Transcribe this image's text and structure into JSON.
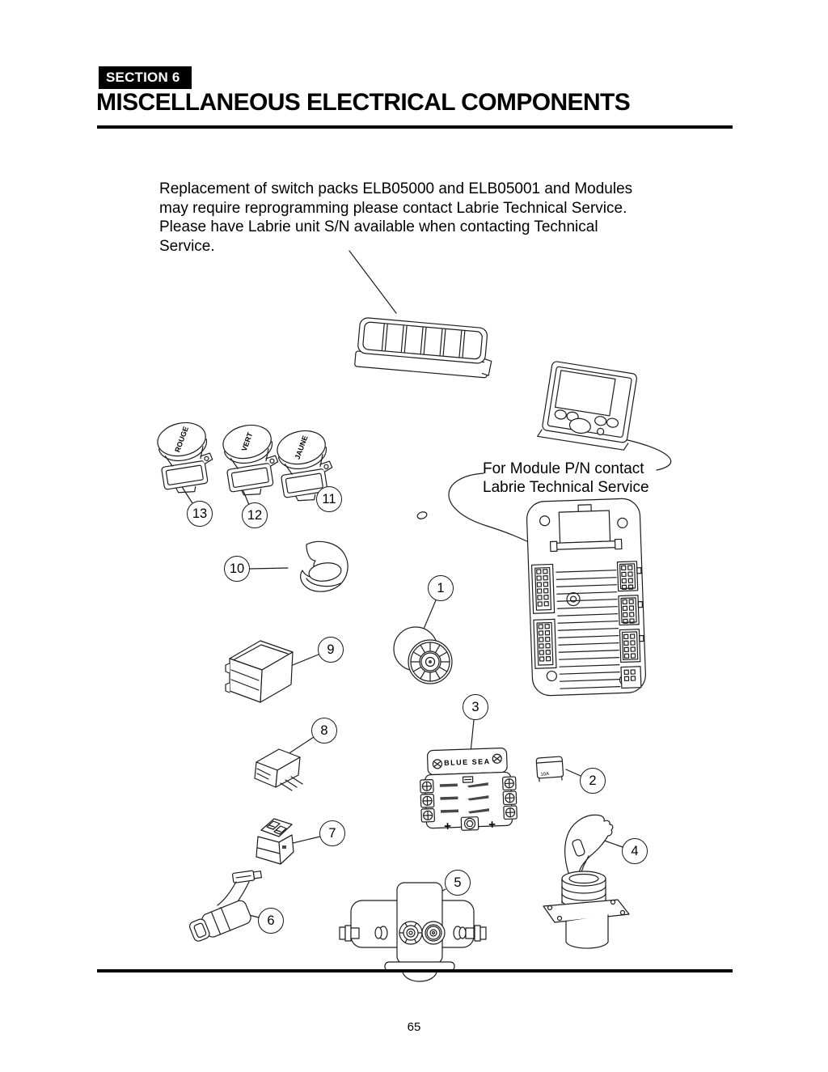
{
  "header": {
    "section_label": "SECTION 6",
    "title": "MISCELLANEOUS ELECTRICAL COMPONENTS"
  },
  "note": {
    "lines": [
      "Replacement of switch packs ELB05000 and ELB05001 and Modules",
      "may require reprogramming please contact Labrie Technical Service.",
      "Please have Labrie unit S/N available when contacting Technical",
      "Service."
    ]
  },
  "module_note": {
    "line1": "For Module P/N contact",
    "line2": "Labrie Technical Service"
  },
  "callouts": {
    "c1": "1",
    "c2": "2",
    "c3": "3",
    "c4": "4",
    "c5": "5",
    "c6": "6",
    "c7": "7",
    "c8": "8",
    "c9": "9",
    "c10": "10",
    "c11": "11",
    "c12": "12",
    "c13": "13"
  },
  "part_labels": {
    "button_13_cap": "ROUGE",
    "button_12_cap": "VERT",
    "button_11_cap": "JAUNE",
    "fuse_block_brand": "BLUE SEA",
    "fuse_amp_rating": "10A",
    "fuse_block_plus_left": "+",
    "fuse_block_plus_right": "+"
  },
  "footer": {
    "page_number": "65"
  },
  "colors": {
    "ink": "#000000",
    "line_art": "#1c1c1c",
    "paper": "#ffffff"
  }
}
